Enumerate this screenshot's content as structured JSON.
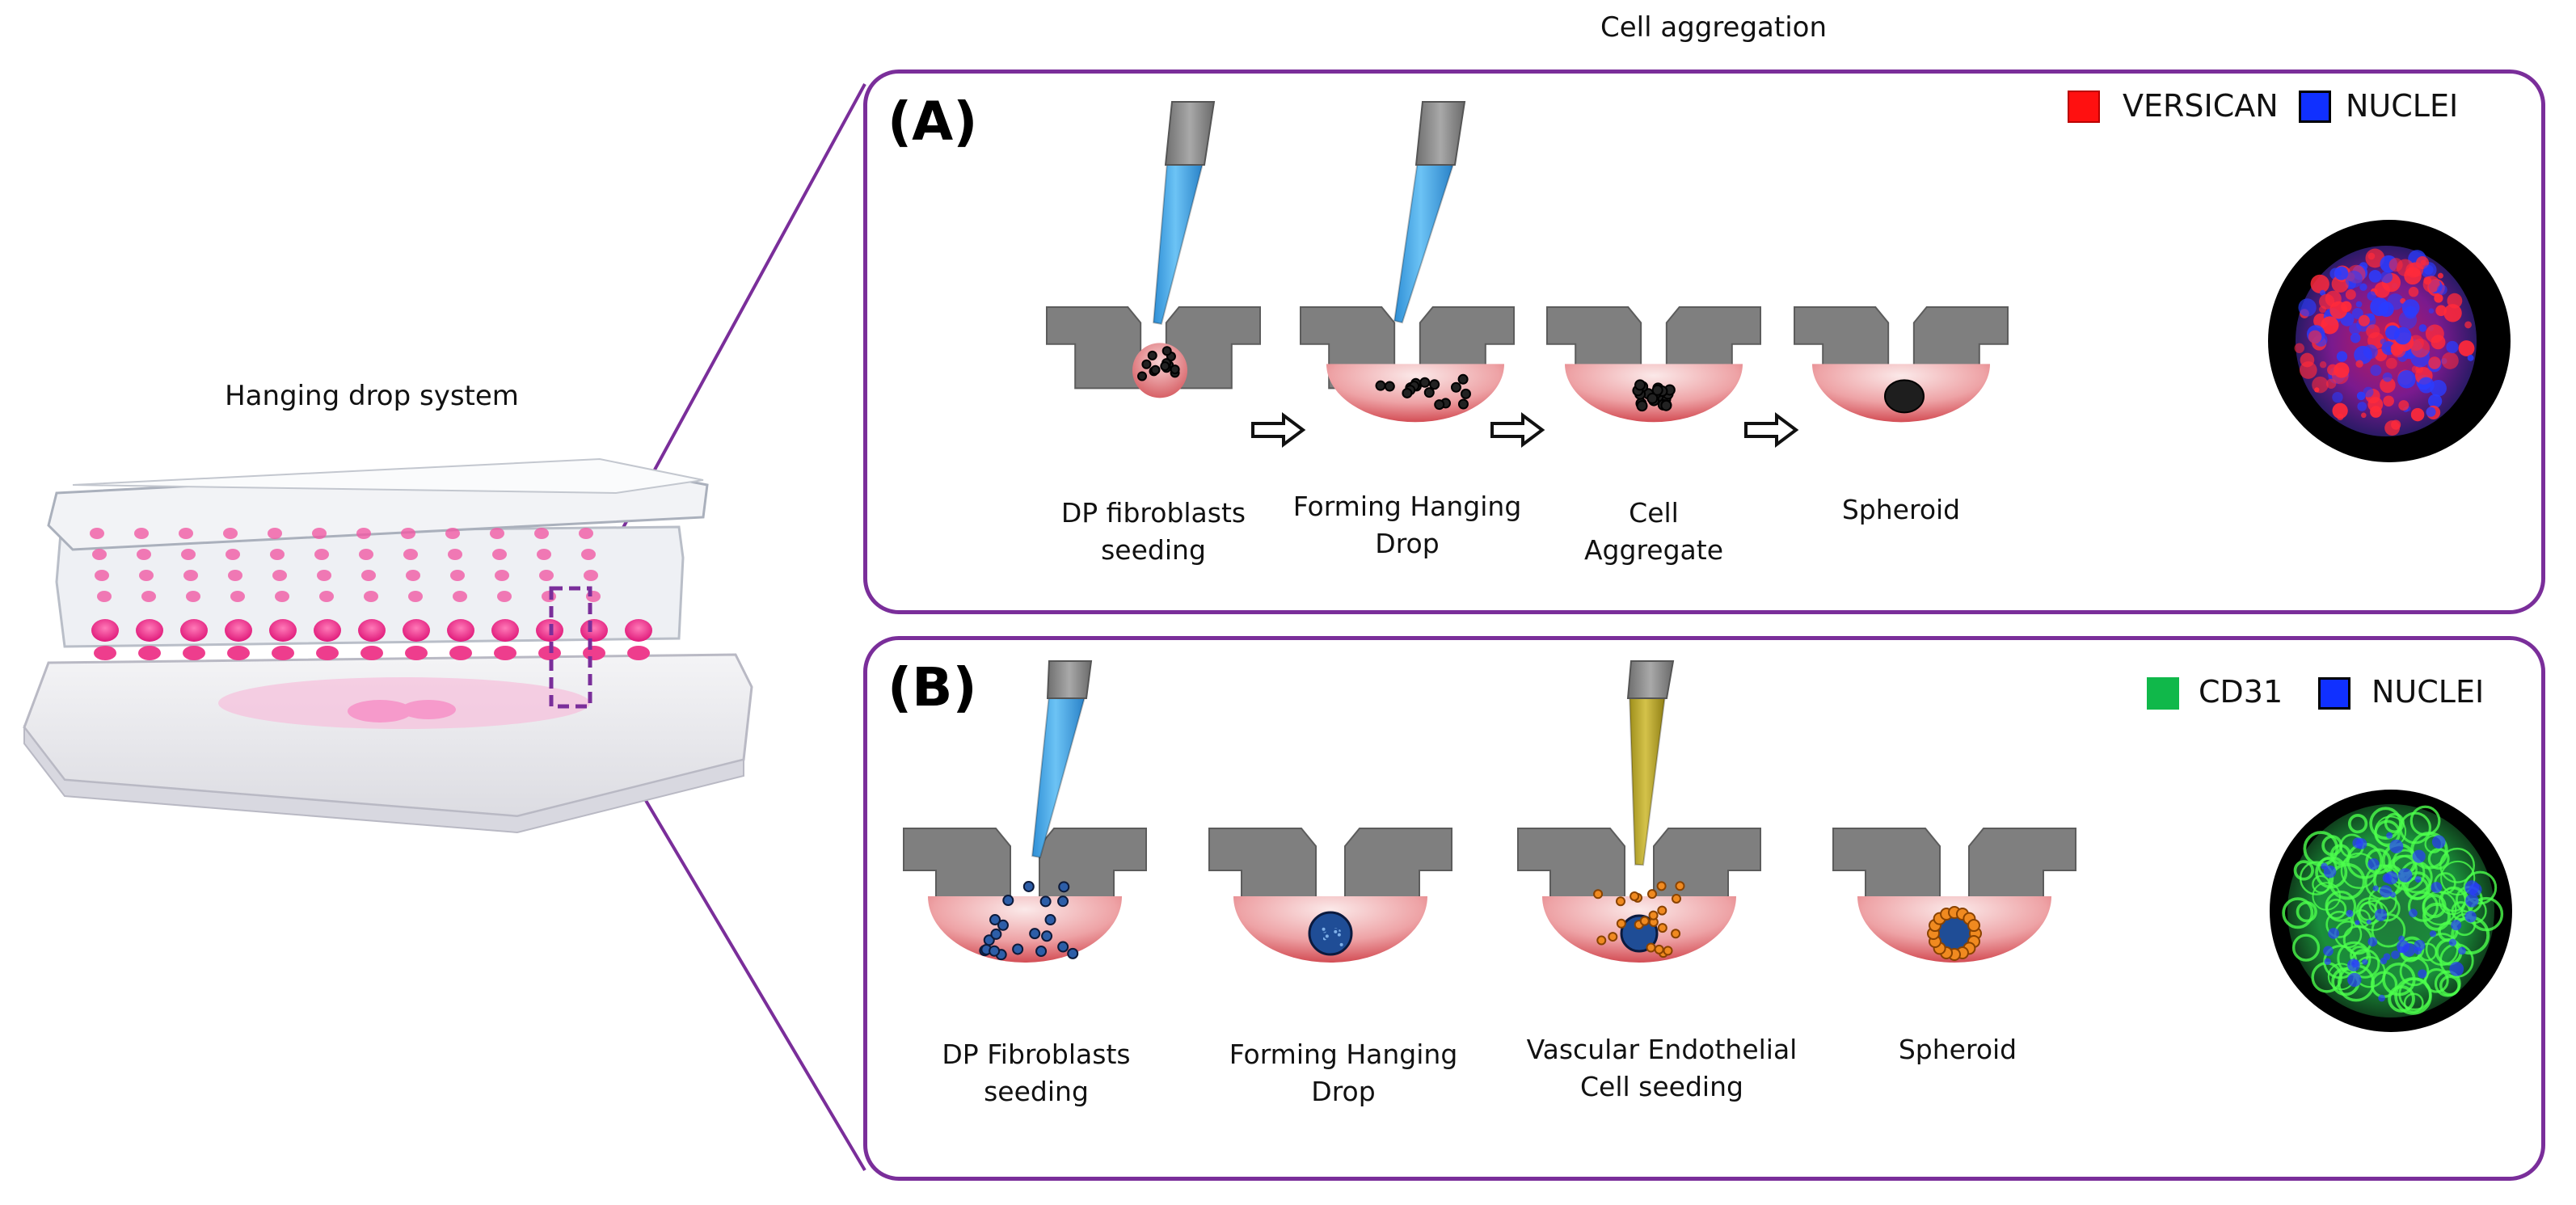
{
  "figure": {
    "left_title": "Hanging drop system",
    "right_title": "Cell aggregation"
  },
  "panel_a": {
    "letter": "(A)",
    "legend": [
      {
        "label": "VERSICAN",
        "color": "#ff1010"
      },
      {
        "label": "NUCLEI",
        "color": "#1030ff"
      }
    ],
    "steps": [
      {
        "line1": "DP fibroblasts",
        "line2": "seeding"
      },
      {
        "line1": "Forming Hanging",
        "line2": "Drop"
      },
      {
        "line1": "Cell",
        "line2": "Aggregate"
      },
      {
        "line1": "Spheroid",
        "line2": ""
      }
    ]
  },
  "panel_b": {
    "letter": "(B)",
    "legend": [
      {
        "label": "CD31",
        "color": "#10b84a"
      },
      {
        "label": "NUCLEI",
        "color": "#1030ff"
      }
    ],
    "steps": [
      {
        "line1": "DP Fibroblasts",
        "line2": "seeding"
      },
      {
        "line1": "Forming Hanging",
        "line2": "Drop"
      },
      {
        "line1": "Vascular Endothelial",
        "line2": "Cell seeding"
      },
      {
        "line1": "Spheroid",
        "line2": ""
      }
    ]
  },
  "colors": {
    "panel_border": "#7a2e9a",
    "well_gray": "#7f7f7f",
    "drop_red": "#d9535a",
    "pipette_blue": "#3aa0e6",
    "pipette_olive": "#b5a22a",
    "cell_orange": "#f08a20"
  }
}
